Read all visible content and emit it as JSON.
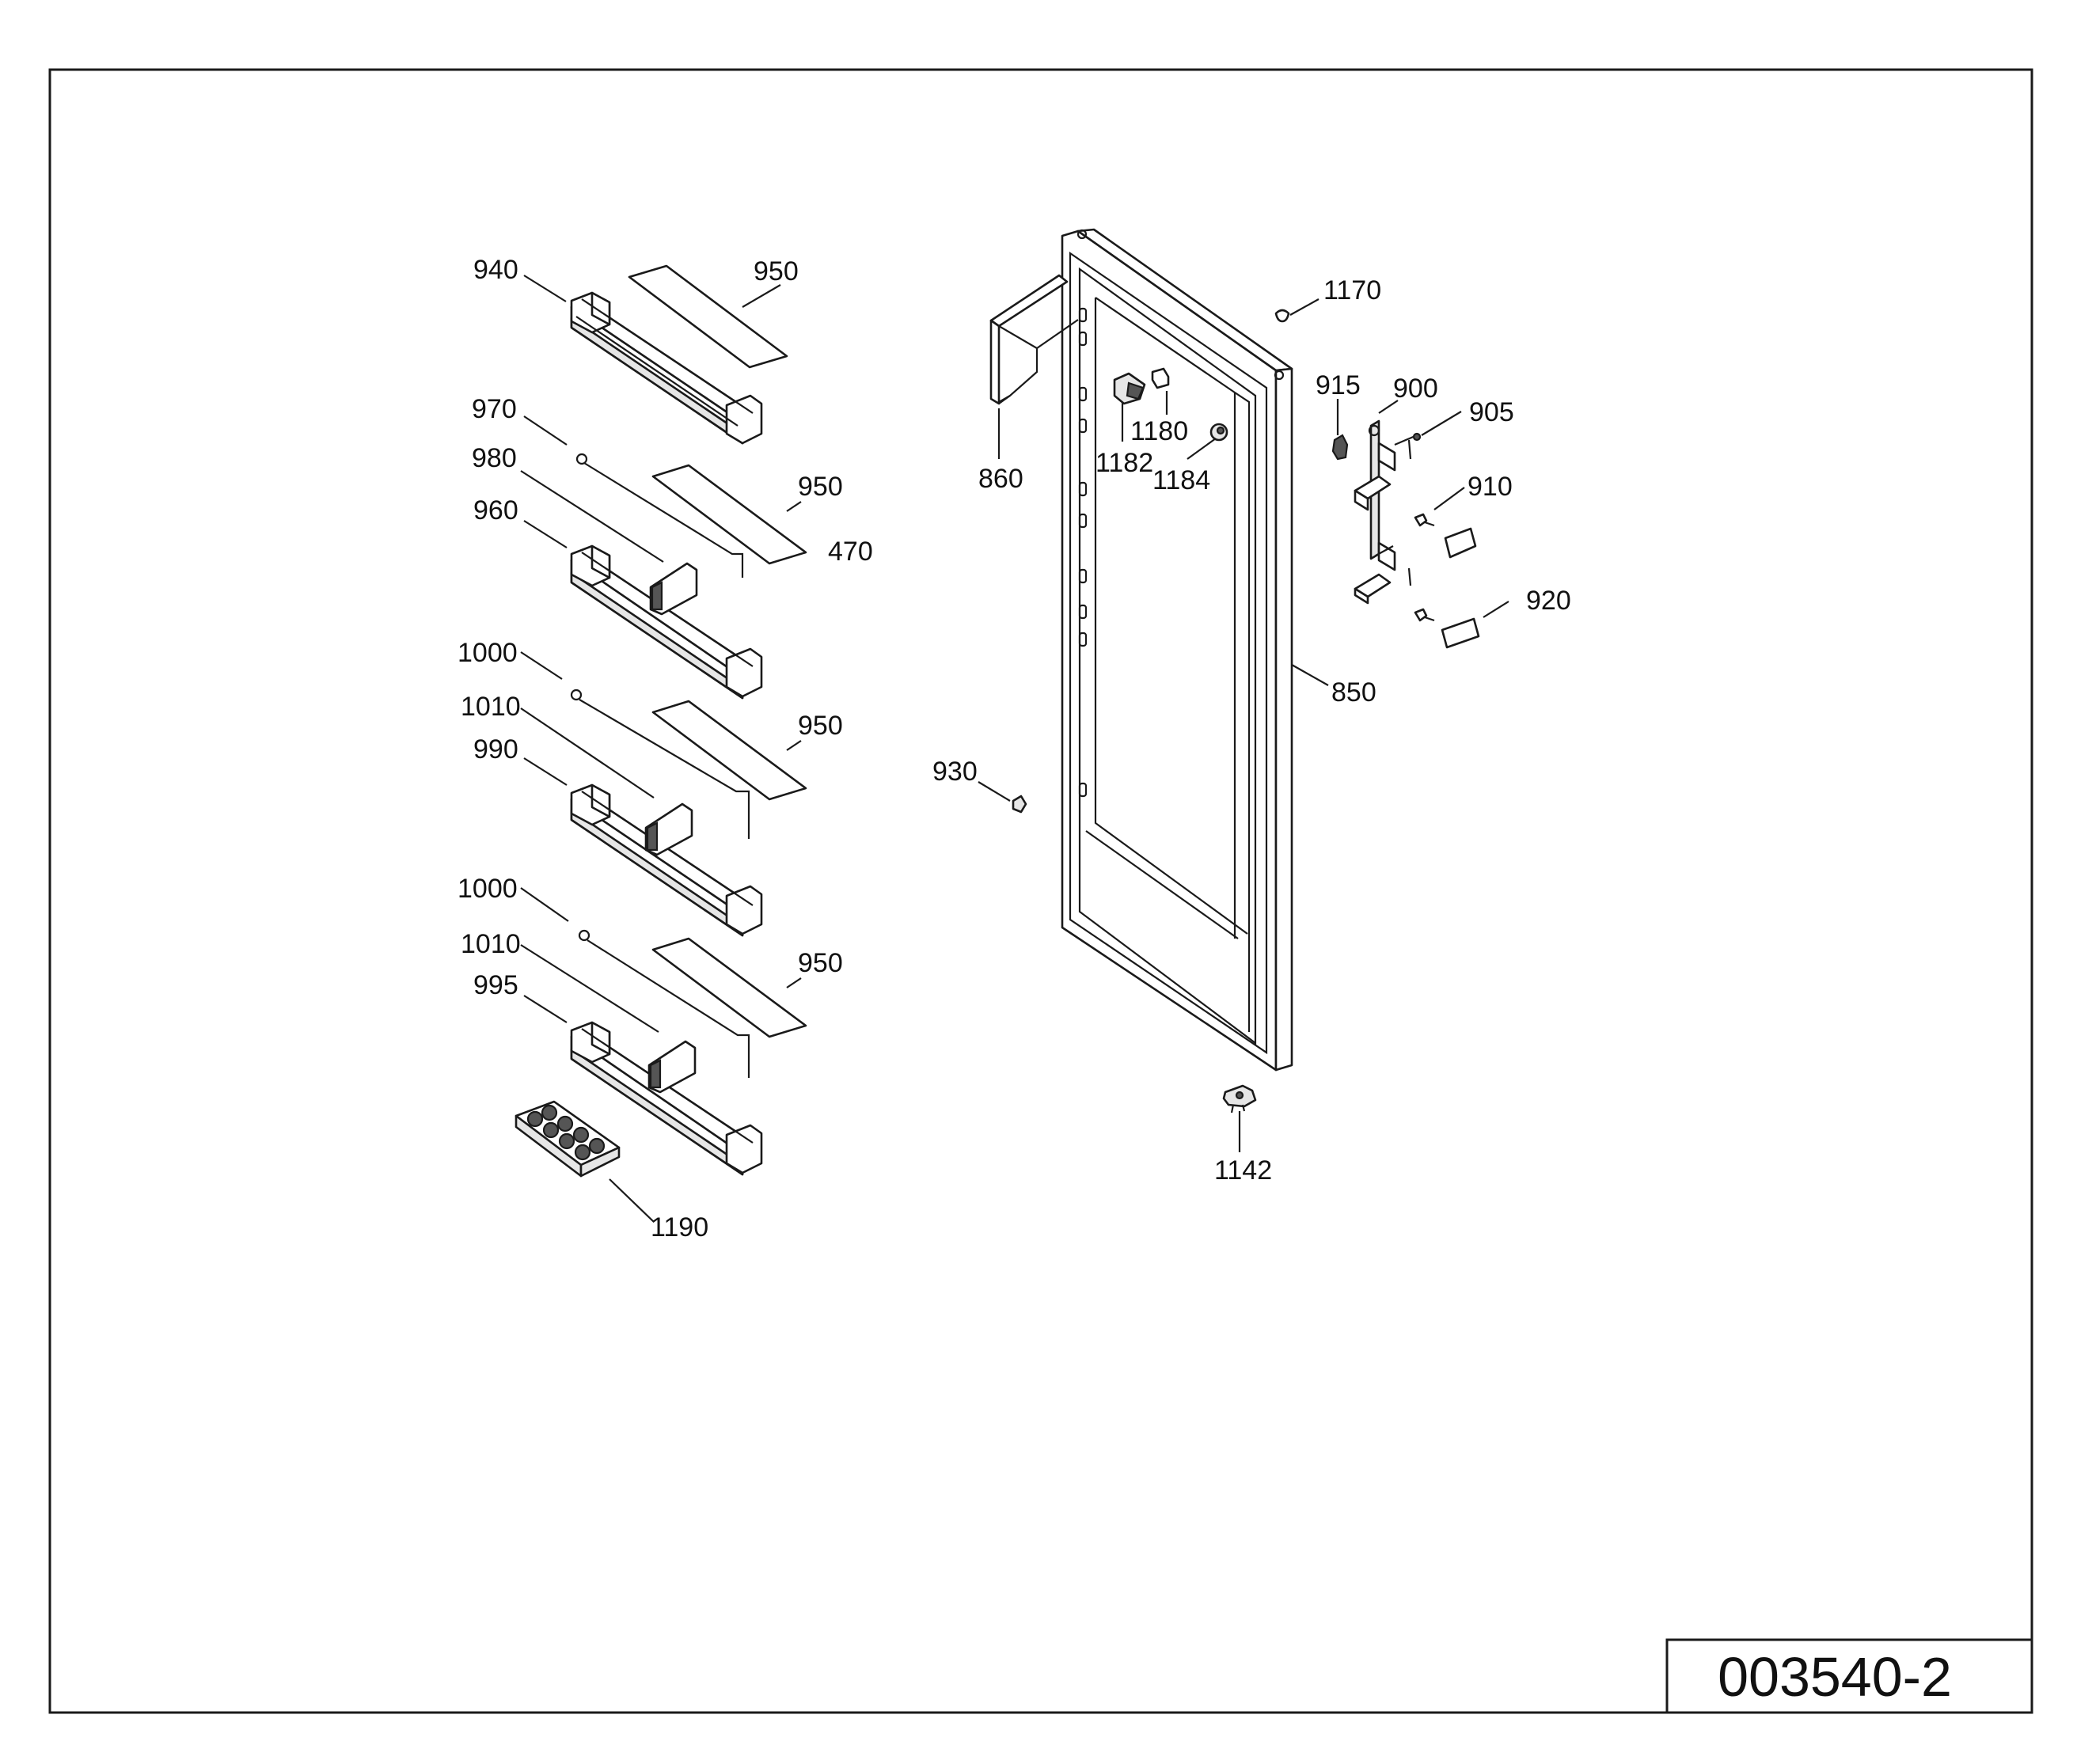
{
  "drawing_number": "003540-2",
  "labels": {
    "l940": "940",
    "l950a": "950",
    "l970": "970",
    "l980": "980",
    "l950b": "950",
    "l470": "470",
    "l960": "960",
    "l1000a": "1000",
    "l1010a": "1010",
    "l990": "990",
    "l950c": "950",
    "l1000b": "1000",
    "l1010b": "1010",
    "l995": "995",
    "l950d": "950",
    "l1190": "1190",
    "l860": "860",
    "l1182": "1182",
    "l1180": "1180",
    "l1184": "1184",
    "l1170": "1170",
    "l915": "915",
    "l900": "900",
    "l905": "905",
    "l910": "910",
    "l920": "920",
    "l850": "850",
    "l930": "930",
    "l1142": "1142"
  }
}
